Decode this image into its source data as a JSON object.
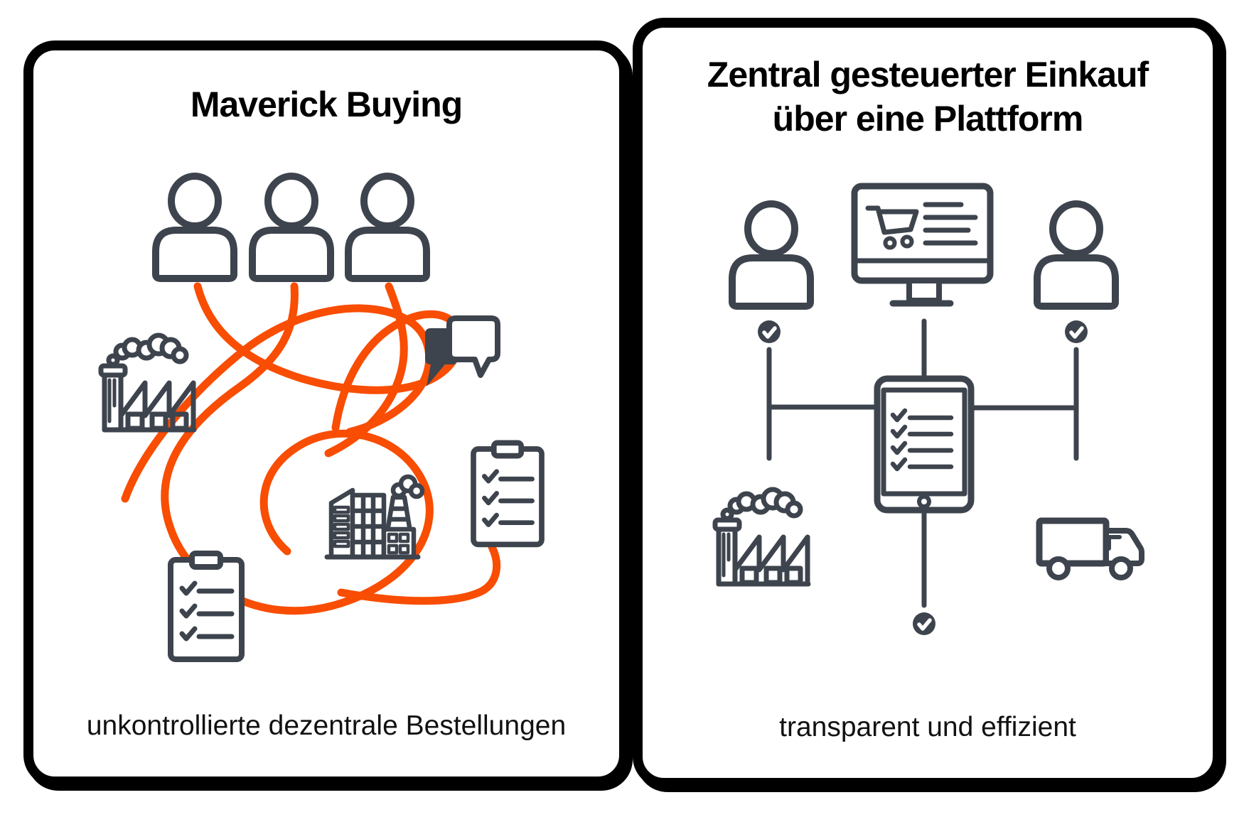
{
  "panels": {
    "left": {
      "title": "Maverick Buying",
      "caption": "unkontrollierte dezentrale Bestellungen"
    },
    "right": {
      "title_line1": "Zentral gesteuerter Einkauf",
      "title_line2": "über eine Plattform",
      "caption": "transparent und effizient"
    }
  },
  "colors": {
    "ink": "#3E444D",
    "accent_orange": "#F84D02",
    "border": "#000000",
    "background": "#FFFFFF",
    "badge_fill": "#3E444D",
    "badge_check": "#FFFFFF"
  },
  "icon_names": [
    "person-icon",
    "factory-icon",
    "chat-bubbles-icon",
    "clipboard-checklist-icon",
    "city-buildings-icon",
    "tangled-lines-icon",
    "monitor-shopping-cart-icon",
    "tablet-checklist-icon",
    "truck-icon",
    "check-badge-icon"
  ]
}
